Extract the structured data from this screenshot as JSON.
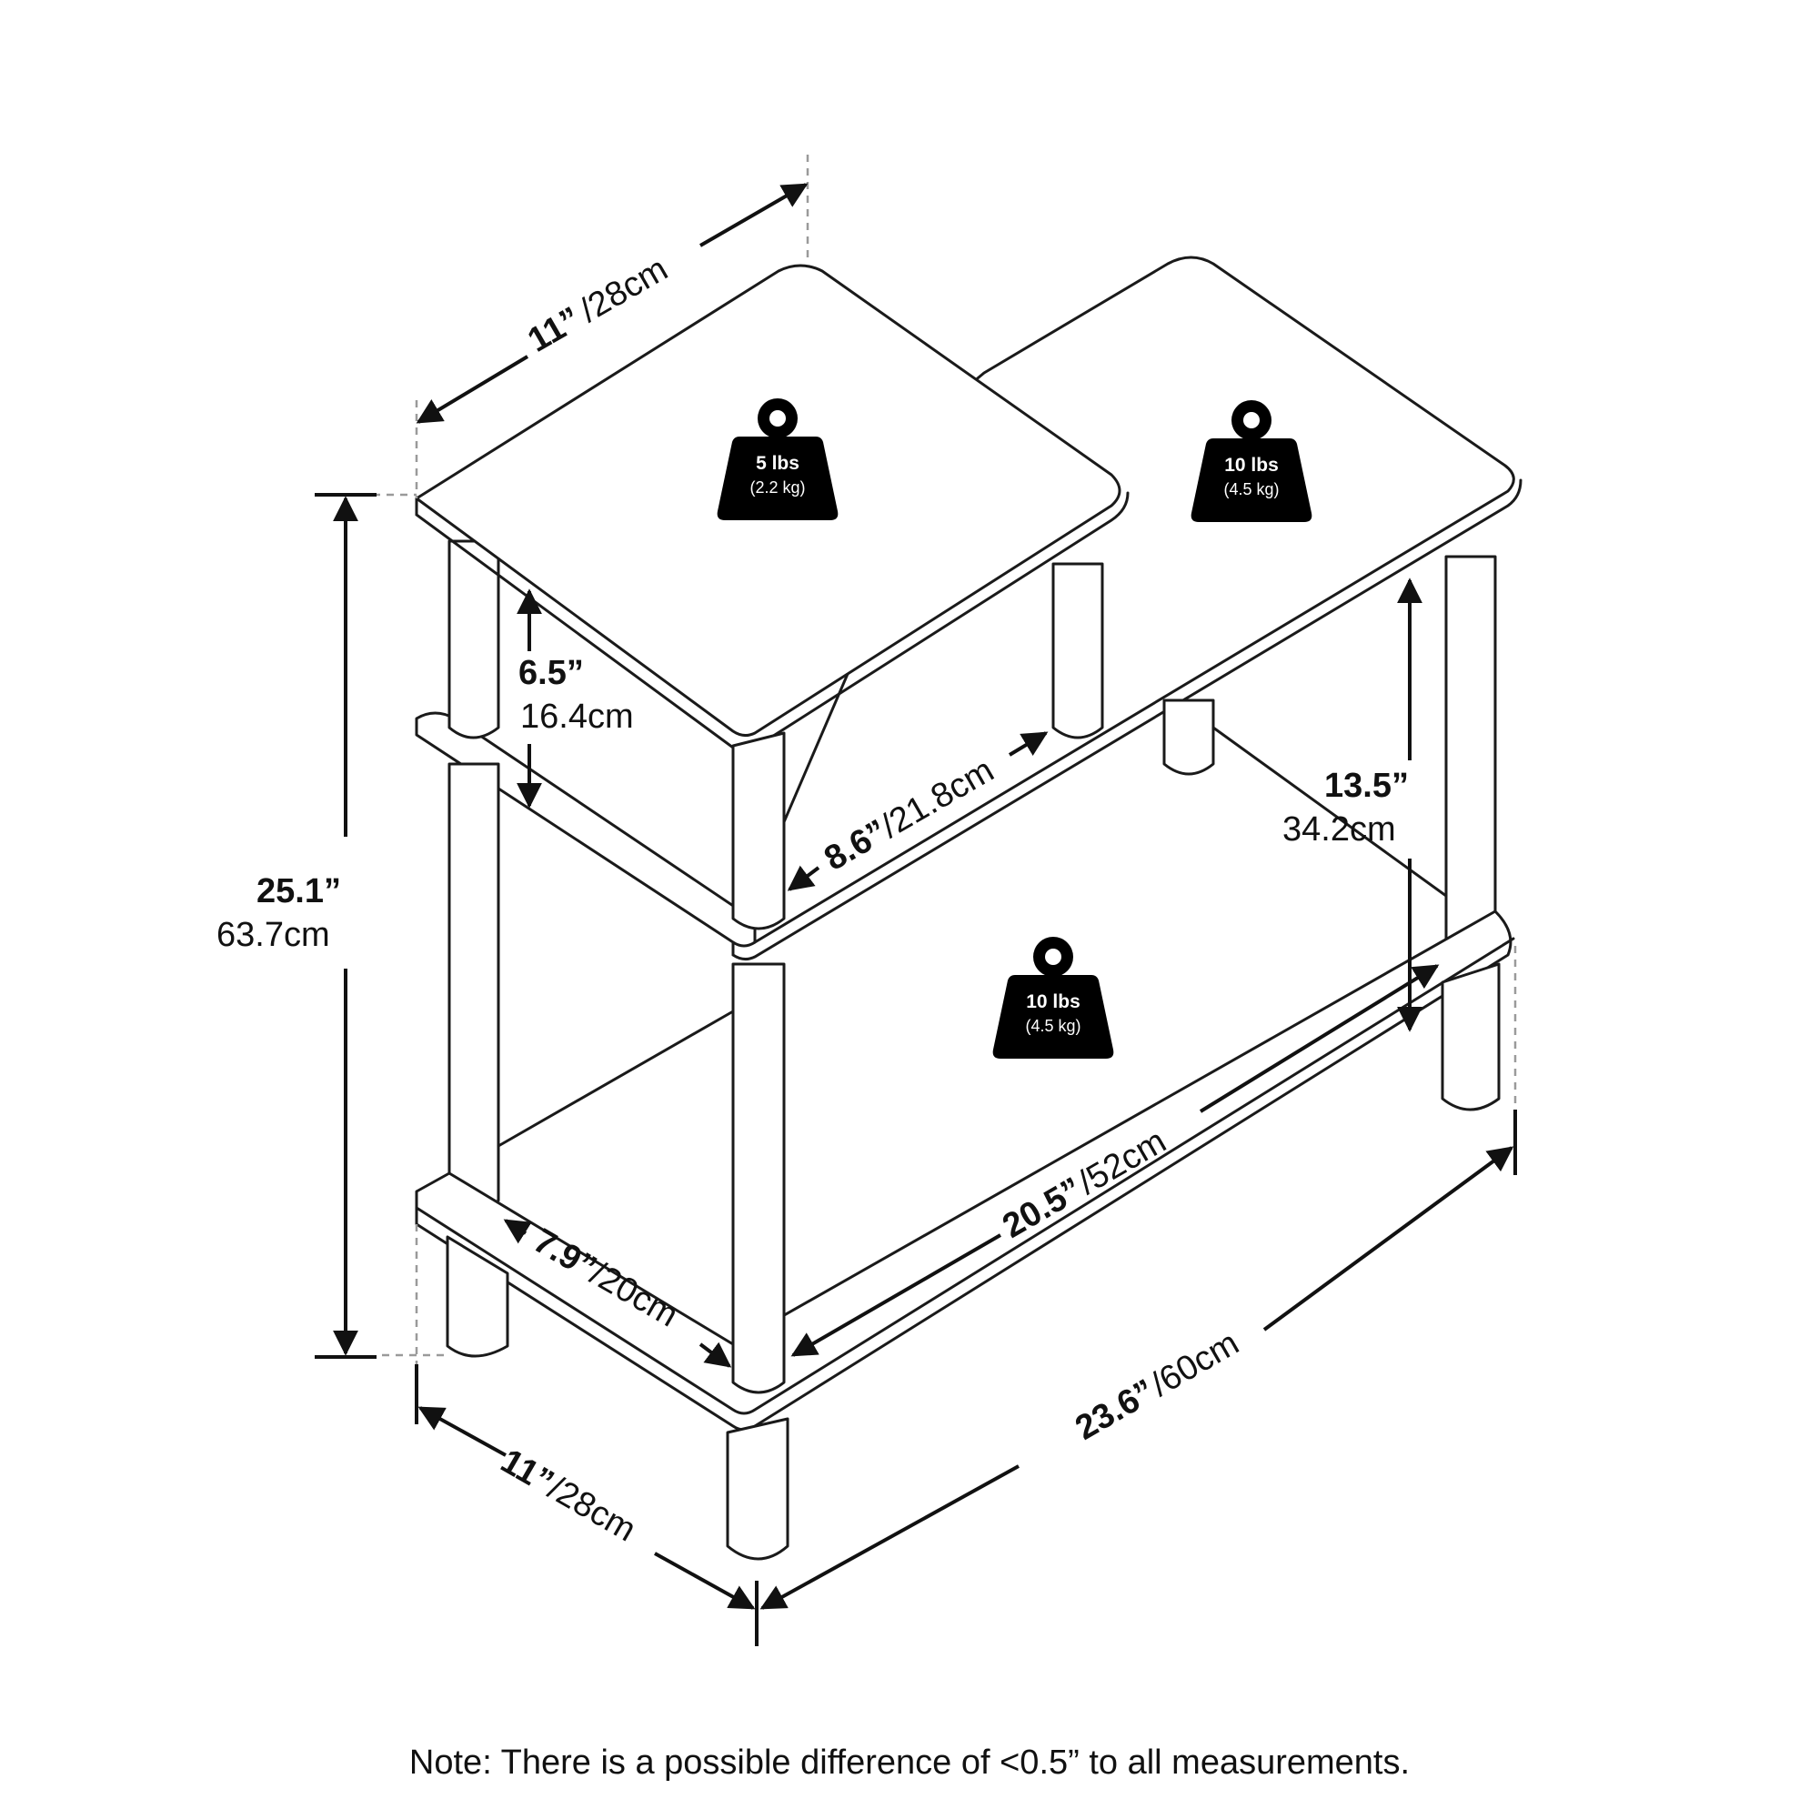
{
  "dimensions": {
    "top_width": {
      "inches": "11”",
      "cm": "/28cm"
    },
    "bottom_depth": {
      "inches": "11”",
      "cm": "/28cm"
    },
    "total_height": {
      "inches": "25.1”",
      "cm": "63.7cm"
    },
    "top_clearance": {
      "inches": "6.5”",
      "cm": "16.4cm"
    },
    "middle_shelf_depth": {
      "inches": "8.6”",
      "cm": "/21.8cm"
    },
    "lower_clearance": {
      "inches": "13.5”",
      "cm": "34.2cm"
    },
    "bottom_inner_depth": {
      "inches": "7.9”",
      "cm": "/20cm"
    },
    "bottom_inner_length": {
      "inches": "20.5”",
      "cm": "/52cm"
    },
    "total_length": {
      "inches": "23.6”",
      "cm": "/60cm"
    }
  },
  "weights": {
    "top_shelf": {
      "lbs": "5 lbs",
      "kg": "(2.2 kg)"
    },
    "middle_shelf": {
      "lbs": "10 lbs",
      "kg": "(4.5 kg)"
    },
    "bottom_shelf": {
      "lbs": "10 lbs",
      "kg": "(4.5 kg)"
    }
  },
  "note": "Note: There is a possible difference of <0.5” to all measurements."
}
